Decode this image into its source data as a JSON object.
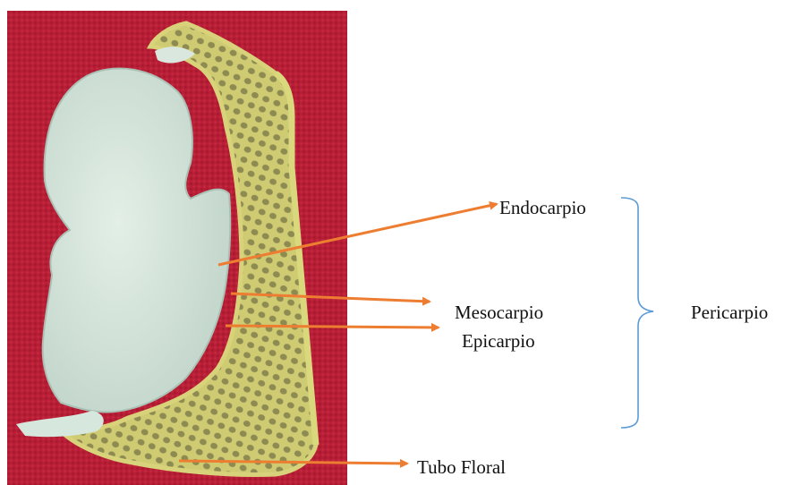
{
  "labels": {
    "endocarpio": "Endocarpio",
    "mesocarpio": "Mesocarpio",
    "epicarpio": "Epicarpio",
    "tubo_floral": "Tubo Floral",
    "pericarpio": "Pericarpio"
  },
  "colors": {
    "arrow": "#ED7D31",
    "bracket": "#5B9BD5",
    "background_carpet": "#B81E36",
    "pulp": "#D9E9DF",
    "rind": "#C9C46A",
    "rind_edge": "#D8D37A",
    "pits": "#8E8B52"
  }
}
